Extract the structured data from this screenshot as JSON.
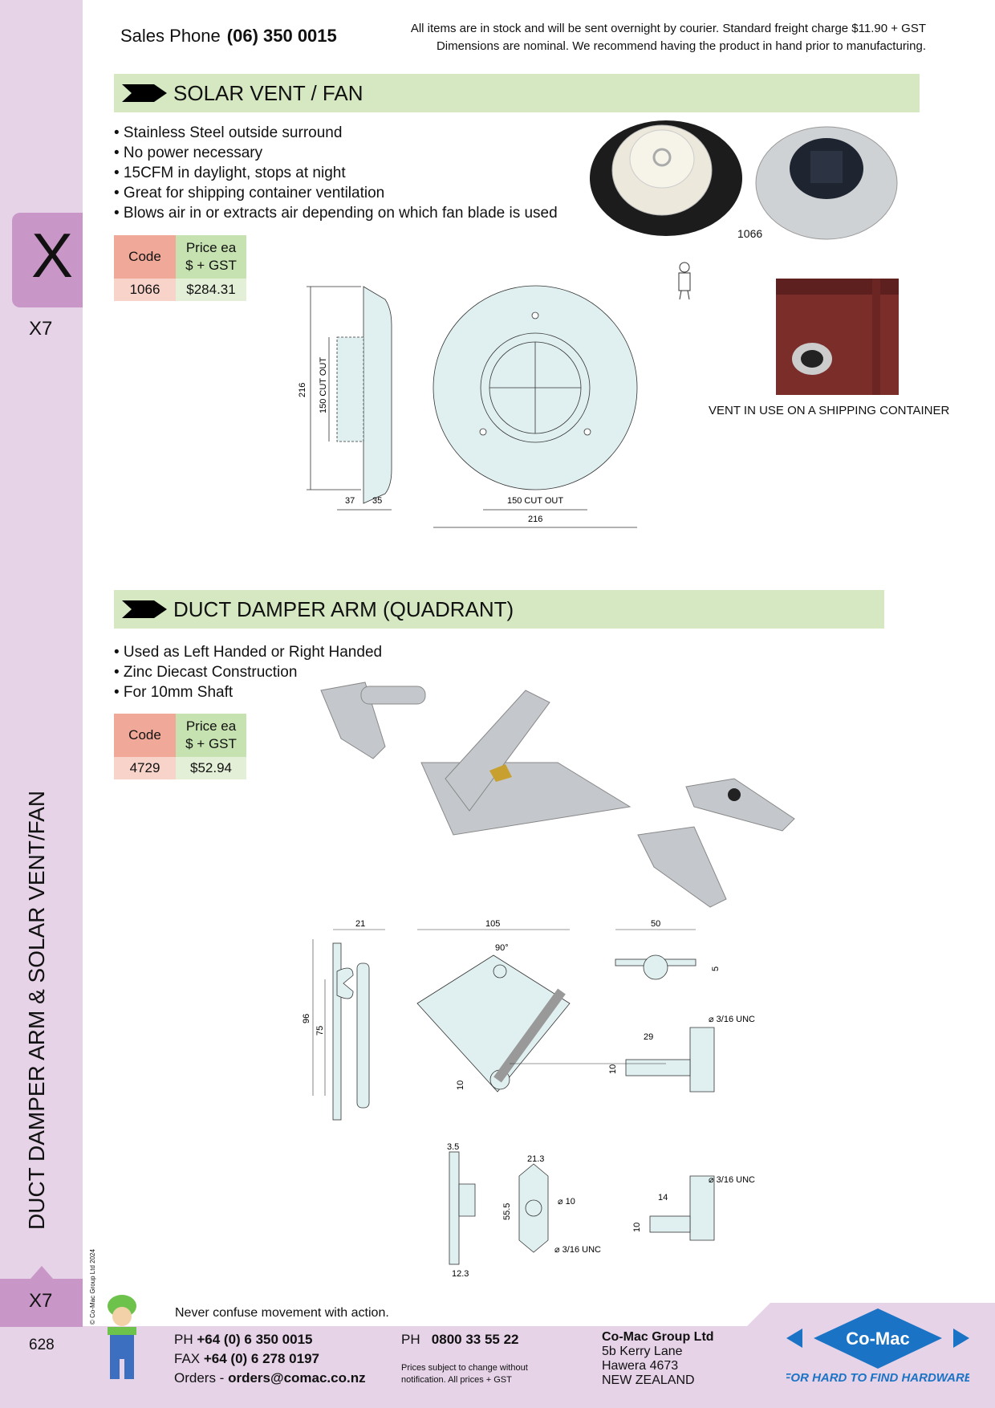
{
  "header": {
    "sales_label": "Sales Phone",
    "sales_phone": "(06) 350 0015",
    "note_line1": "All items are in stock and will be sent overnight by courier. Standard freight charge $11.90 + GST",
    "note_line2": "Dimensions are nominal. We recommend having the product in hand prior to manufacturing."
  },
  "sidebar": {
    "tab_letter": "X",
    "section_code": "X7",
    "vertical_title": "DUCT DAMPER ARM & SOLAR VENT/FAN",
    "copyright": "© Co-Mac Group Ltd 2024",
    "bottom_code": "X7",
    "page_number": "628"
  },
  "solar": {
    "title": "SOLAR VENT / FAN",
    "bullets": [
      "• Stainless Steel outside surround",
      "• No power necessary",
      "• 15CFM in daylight, stops at night",
      "• Great for shipping container ventilation",
      "• Blows air in or extracts air depending on which fan blade is used"
    ],
    "table": {
      "code_header": "Code",
      "price_header_1": "Price ea",
      "price_header_2": "$ + GST",
      "rows": [
        {
          "code": "1066",
          "price": "$284.31"
        }
      ]
    },
    "photo_label": "1066",
    "container_caption": "VENT IN USE ON A SHIPPING CONTAINER",
    "dims": {
      "height": "216",
      "cutout_side": "150 CUT OUT",
      "depth1": "37",
      "depth2": "35",
      "cutout_front": "150 CUT OUT",
      "width": "216"
    }
  },
  "duct": {
    "title": "DUCT DAMPER ARM (QUADRANT)",
    "bullets": [
      "• Used as Left Handed or Right Handed",
      "• Zinc Diecast Construction",
      "• For 10mm Shaft"
    ],
    "table": {
      "code_header": "Code",
      "price_header_1": "Price ea",
      "price_header_2": "$ + GST",
      "rows": [
        {
          "code": "4729",
          "price": "$52.94"
        }
      ]
    },
    "dims": {
      "d21": "21",
      "d105": "105",
      "d50": "50",
      "angle": "90°",
      "d96": "96",
      "d75": "75",
      "d10a": "10",
      "d5": "5",
      "unc1": "⌀ 3/16 UNC",
      "d29": "29",
      "d10b": "10",
      "d3_5": "3.5",
      "d21_3": "21.3",
      "dia10": "⌀ 10",
      "d55_5": "55.5",
      "unc2": "⌀ 3/16 UNC",
      "d12_3": "12.3",
      "unc3": "⌀ 3/16 UNC",
      "d14": "14",
      "d10c": "10"
    }
  },
  "footer": {
    "motto": "Never confuse movement with action.",
    "ph_label": "PH",
    "ph": "+64 (0) 6 350 0015",
    "fax_label": "FAX",
    "fax": "+64 (0) 6 278 0197",
    "orders_label": "Orders -",
    "orders": "orders@comac.co.nz",
    "ph2_label": "PH",
    "ph2": "0800 33 55 22",
    "disclaimer_1": "Prices subject to change without",
    "disclaimer_2": "notification. All prices + GST",
    "company": "Co-Mac Group Ltd",
    "addr1": "5b Kerry Lane",
    "addr2": "Hawera 4673",
    "addr3": "NEW ZEALAND",
    "logo_text": "Co-Mac",
    "tagline": "FOR HARD TO FIND HARDWARE"
  },
  "colors": {
    "banner": "#d5e8c2",
    "sidebar": "#e6d3e8",
    "tab": "#c897c8",
    "code_header": "#f0a999",
    "price_header": "#c6e2b0",
    "drawing_fill": "#e0f0f0",
    "logo_blue": "#1a73c4"
  }
}
